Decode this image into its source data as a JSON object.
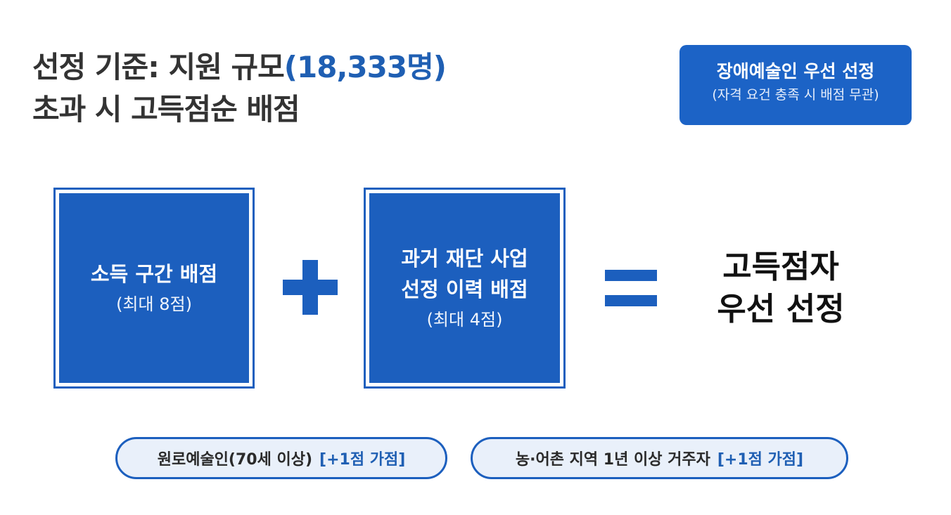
{
  "title": {
    "line1_prefix": "선정 기준: 지원 규모",
    "line1_accent": "(18,333명)",
    "line2": "초과 시 고득점순 배점"
  },
  "badge": {
    "main": "장애예술인 우선 선정",
    "sub": "(자격 요건 충족 시 배점 무관)"
  },
  "formula": {
    "box1": {
      "label": "소득 구간 배점",
      "note": "(최대 8점)"
    },
    "box2": {
      "label_line1": "과거 재단 사업",
      "label_line2": "선정 이력 배점",
      "note": "(최대 4점)"
    },
    "operator_plus": "plus-icon",
    "operator_equals": "equals-icon",
    "result": {
      "line1": "고득점자",
      "line2": "우선 선정"
    }
  },
  "bonuses": [
    {
      "text": "원로예술인(70세 이상)",
      "bonus": "[+1점 가점]"
    },
    {
      "text": "농·어촌 지역 1년 이상 거주자",
      "bonus": "[+1점 가점]"
    }
  ],
  "colors": {
    "accent": "#1c5fbe",
    "badge": "#1c63c6",
    "pill_background": "#e9f0fa"
  }
}
